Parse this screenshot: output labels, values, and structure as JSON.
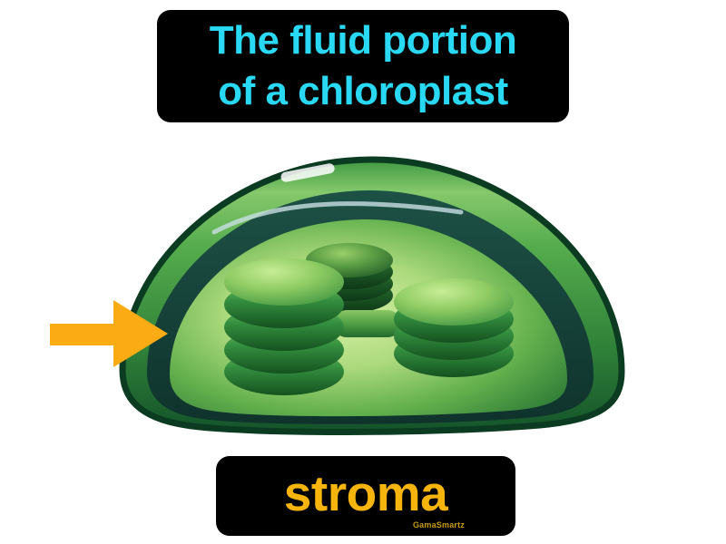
{
  "page": {
    "background": "#ffffff"
  },
  "definition_banner": {
    "line1": "The fluid portion",
    "line2": "of a chloroplast",
    "text_color": "#29d8f2",
    "background": "#000000"
  },
  "term_banner": {
    "term": "stroma",
    "text_color": "#f6b40c",
    "background": "#000000",
    "watermark": "GamaSmartz",
    "watermark_color": "#c79a10"
  },
  "illustration": {
    "subject": "chloroplast cross-section with grana stacks, arrow pointing to stroma",
    "arrow_color": "#fbac15",
    "inner_membrane_color": "#16413a",
    "outer_outline_color": "#0b3b21",
    "stroma_center_color": "#d8f0a6",
    "stroma_edge_color": "#2e7b37",
    "granum_light_color": "#c8ed96",
    "granum_dark_color": "#14521f",
    "highlight_color": "#ffffff"
  }
}
